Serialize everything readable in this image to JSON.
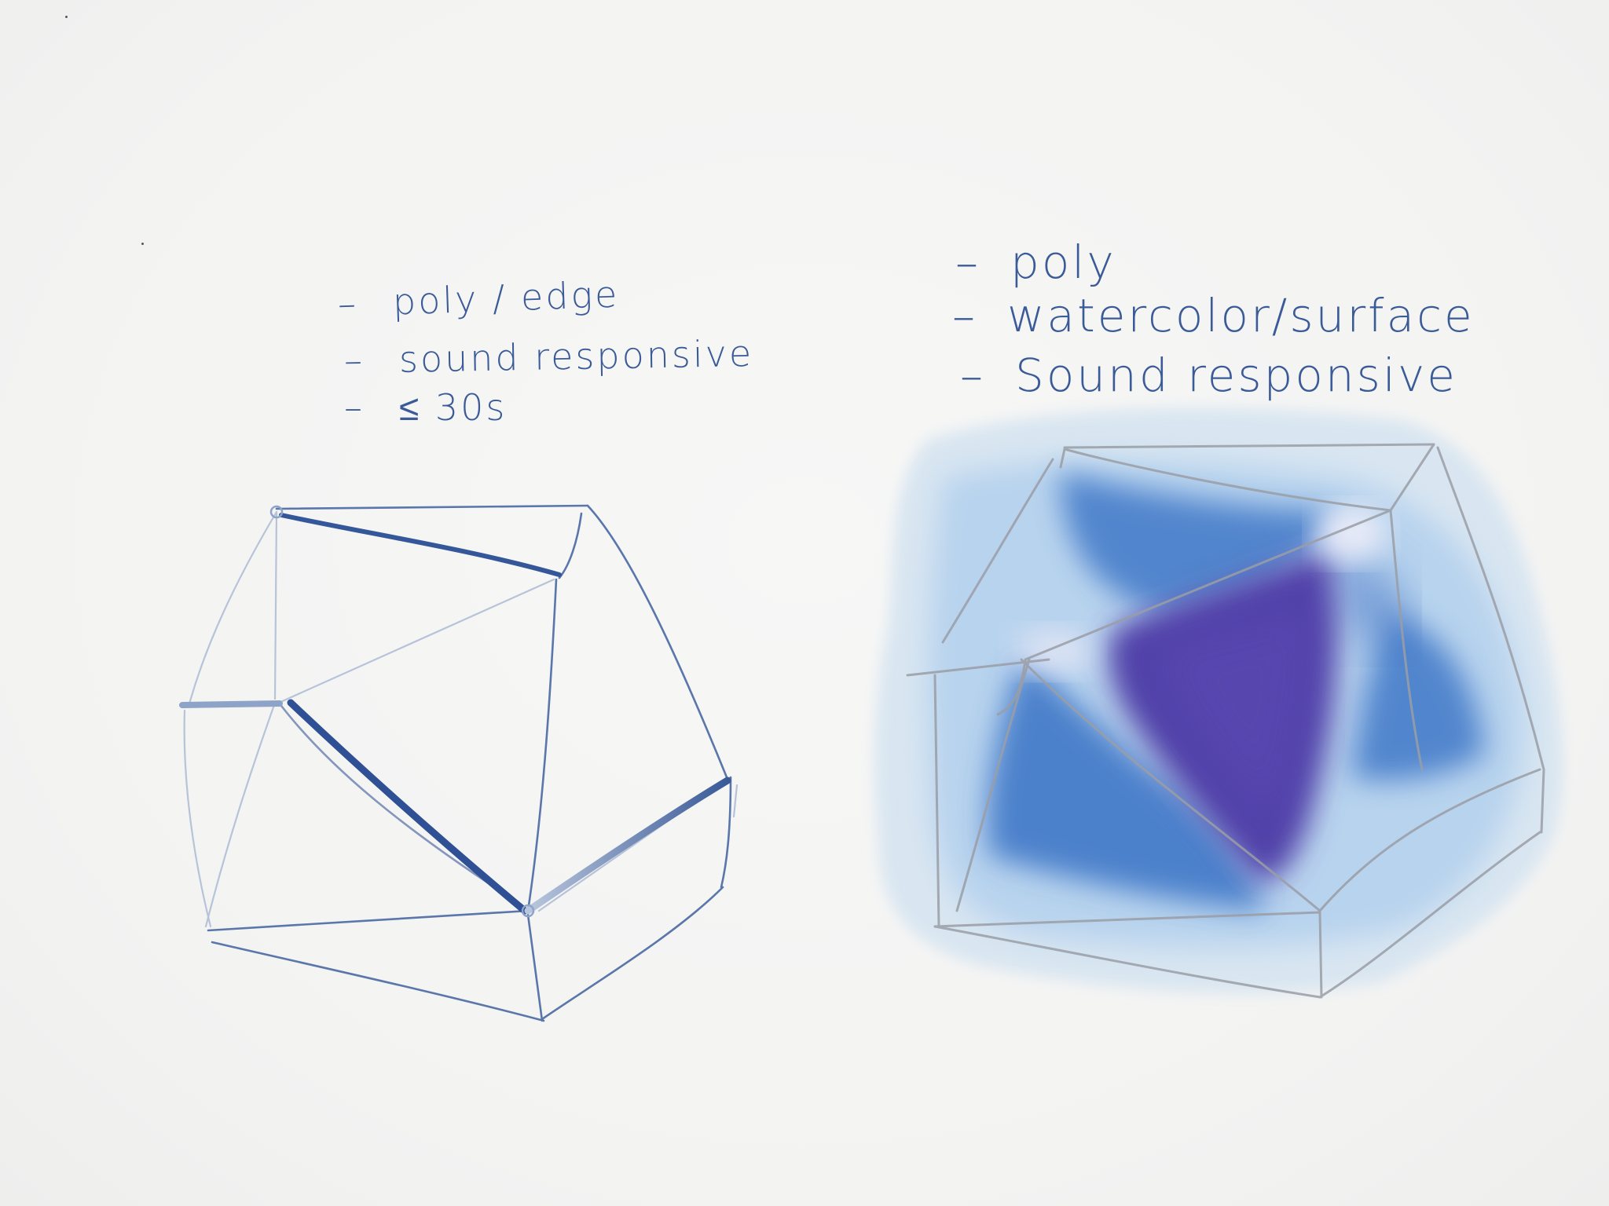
{
  "left_sketch": {
    "notes": [
      "poly / edge",
      "sound responsive",
      "≤ 30s"
    ]
  },
  "right_sketch": {
    "notes": [
      "poly",
      "watercolor/surface",
      "Sound responsive"
    ]
  },
  "colors": {
    "ink": "#3a5a98",
    "paper": "#f5f5f4",
    "pencil": "#9a9ea6",
    "wash_blue": "#3f78c8",
    "wash_light": "#a9cbec",
    "wash_purple": "#4f40a8"
  }
}
